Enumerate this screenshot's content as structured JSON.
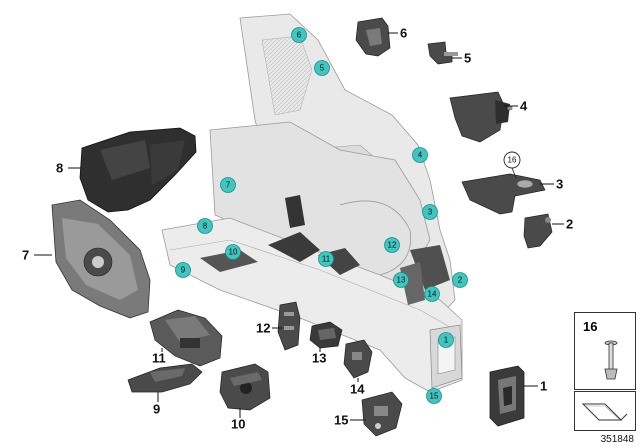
{
  "diagram": {
    "id": "351848",
    "legend_item": "16",
    "colors": {
      "callout_fill": "#3fc6c0",
      "callout_stroke": "#1a8f8a",
      "part_dark": "#2b2b2b",
      "part_mid": "#555555",
      "shell": "#e6e6e6",
      "shell_line": "#9a9a9a"
    },
    "external_labels": [
      "1",
      "2",
      "3",
      "4",
      "5",
      "6",
      "7",
      "8",
      "9",
      "10",
      "11",
      "12",
      "13",
      "14",
      "15"
    ],
    "callouts": [
      "1",
      "2",
      "3",
      "4",
      "5",
      "6",
      "7",
      "8",
      "9",
      "10",
      "11",
      "12",
      "13",
      "14",
      "15",
      "16"
    ]
  }
}
